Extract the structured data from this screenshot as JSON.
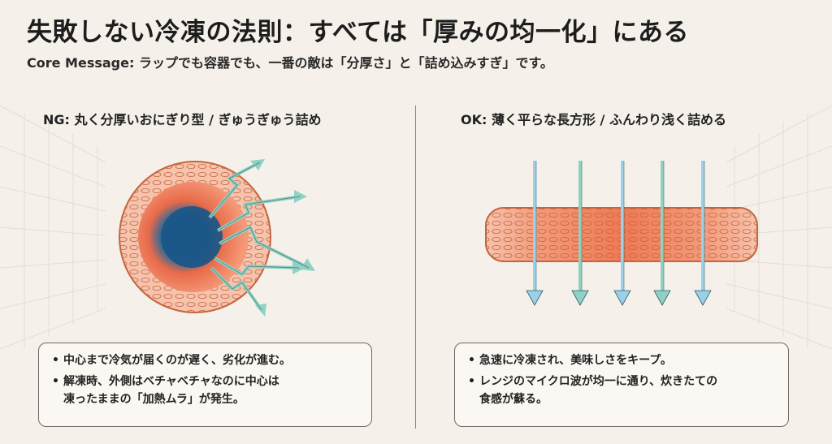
{
  "title": "失敗しない冷凍の法則：すべては「厚みの均一化」にある",
  "subtitle": "Core Message: ラップでも容器でも、一番の敵は「分厚さ」と「詰め込みすぎ」です。",
  "ng_panel": {
    "heading": "NG: 丸く分厚いおにぎり型 / ぎゅうぎゅう詰め",
    "notes": [
      {
        "lines": [
          "中心まで冷気が届くのが遅く、劣化が進む。"
        ]
      },
      {
        "lines": [
          "解凍時、外側はベチャベチャなのに中心は",
          "凍ったままの「加熱ムラ」が発生。"
        ]
      }
    ]
  },
  "ok_panel": {
    "heading": "OK: 薄く平らな長方形 / ふんわり浅く詰める",
    "notes": [
      {
        "lines": [
          "急速に冷凍され、美味しさをキープ。"
        ]
      },
      {
        "lines": [
          "レンジのマイクロ波が均一に通り、炊きたての",
          "食感が蘇る。"
        ]
      }
    ]
  },
  "colors": {
    "background": "#f5f1ea",
    "rice_outline": "#c4653f",
    "warm_core": "#f07a55",
    "cold_core": "#1d5d8e",
    "arrow_teal": "#8fd2c4",
    "arrow_blue": "#9bd0ea"
  }
}
